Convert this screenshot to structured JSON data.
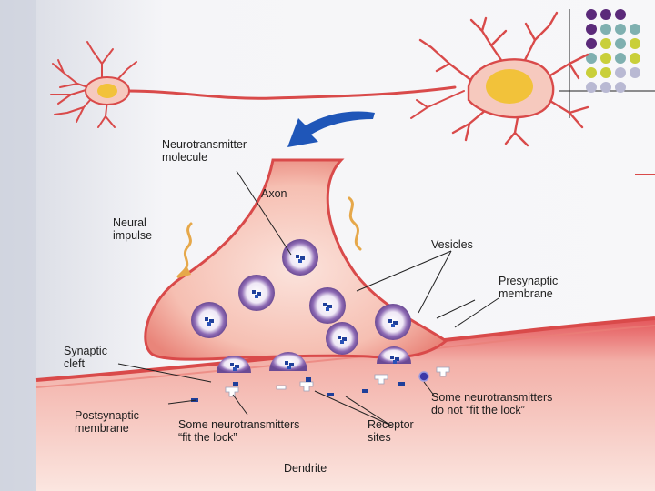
{
  "diagram": {
    "labels": {
      "neurotransmitter": [
        "Neurotransmitter",
        "molecule"
      ],
      "axon": "Axon",
      "neural_impulse": [
        "Neural",
        "impulse"
      ],
      "vesicles": "Vesicles",
      "presynaptic": [
        "Presynaptic",
        "membrane"
      ],
      "synaptic_cleft": [
        "Synaptic",
        "cleft"
      ],
      "postsynaptic": [
        "Postsynaptic",
        "membrane"
      ],
      "fit": [
        "Some neurotransmitters",
        "“fit the lock”"
      ],
      "receptor": [
        "Receptor",
        "sites"
      ],
      "not_fit": [
        "Some neurotransmitters",
        "do not “fit the lock”"
      ],
      "dendrite": "Dendrite"
    },
    "colors": {
      "neuron": "#d94a4a",
      "nucleus": "#f2c23a",
      "terminal_fill": "#f6c9be",
      "vesicle": "#7d5aa6",
      "molecule": "#1f3f9a",
      "arrow": "#1f56b8",
      "impulse": "#e6a84a"
    },
    "icons": [
      "curved-arrow-icon",
      "neural-impulse-icon"
    ]
  },
  "decoration": {
    "dot_colors": [
      "#5b2a7a",
      "#7fb0b0",
      "#c9cf3a",
      "#b9b9d3"
    ]
  }
}
